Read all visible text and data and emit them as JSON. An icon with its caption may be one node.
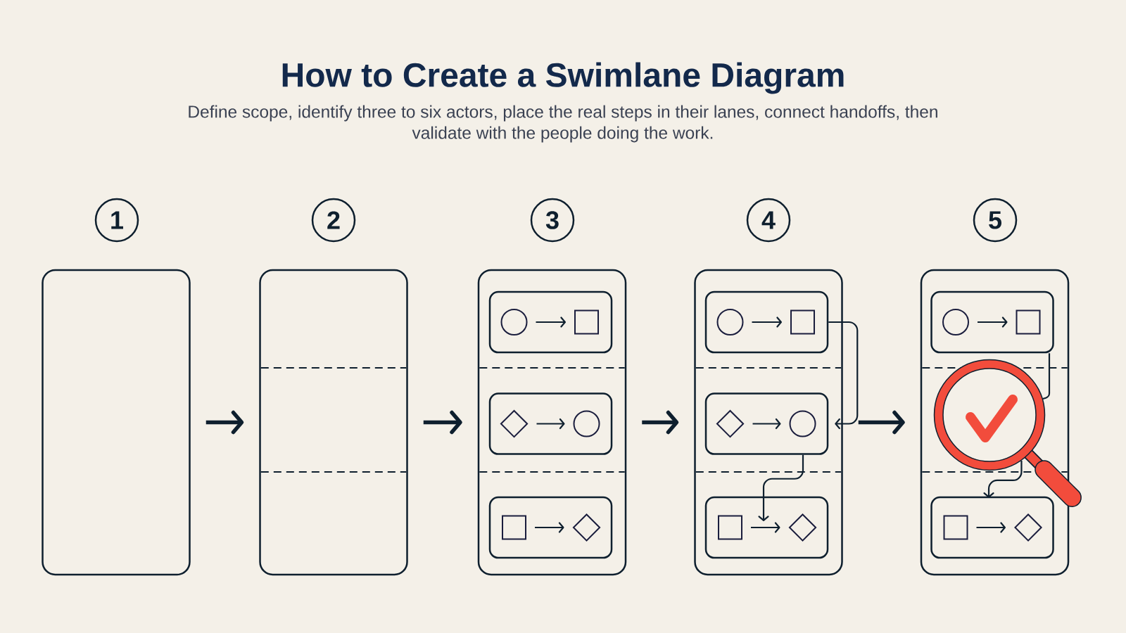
{
  "diagram": {
    "title": "How to Create a Swimlane Diagram",
    "caption": "Define scope, identify three to six actors, place the real steps in their lanes, connect handoffs, then validate with the people doing the work.",
    "nodes": [
      {
        "text": [
          "1"
        ]
      },
      {
        "text": [
          "2"
        ]
      },
      {
        "text": [
          "3"
        ]
      },
      {
        "text": [
          "4"
        ]
      },
      {
        "text": [
          "5"
        ]
      },
      {
        "text": [],
        "shape": "box"
      },
      {
        "text": [],
        "shape": "box"
      },
      {
        "text": [],
        "shape": "box"
      },
      {
        "text": [],
        "shape": "box",
        "in": 7
      },
      {
        "text": [],
        "shape": "box",
        "in": 7
      },
      {
        "text": [],
        "shape": "box",
        "in": 7
      },
      {
        "text": [],
        "shape": "circle",
        "in": 8
      },
      {
        "text": [],
        "shape": "box",
        "in": 8
      },
      {
        "text": [],
        "shape": "diamond",
        "in": 9
      },
      {
        "text": [],
        "shape": "circle",
        "in": 9
      },
      {
        "text": [],
        "shape": "box",
        "in": 10
      },
      {
        "text": [],
        "shape": "diamond",
        "in": 10
      },
      {
        "text": [],
        "shape": "box"
      },
      {
        "text": [],
        "shape": "box",
        "in": 17
      },
      {
        "text": [],
        "shape": "box",
        "in": 17
      },
      {
        "text": [],
        "shape": "box",
        "in": 17
      },
      {
        "text": [],
        "shape": "circle",
        "in": 18
      },
      {
        "text": [],
        "shape": "box",
        "in": 18
      },
      {
        "text": [],
        "shape": "diamond",
        "in": 19
      },
      {
        "text": [],
        "shape": "circle",
        "in": 19
      },
      {
        "text": [],
        "shape": "box",
        "in": 20
      },
      {
        "text": [],
        "shape": "diamond",
        "in": 20
      },
      {
        "text": [],
        "shape": "box"
      },
      {
        "text": [],
        "shape": "box",
        "in": 27
      },
      {
        "text": [],
        "shape": "circle",
        "in": 28
      },
      {
        "text": [],
        "shape": "box",
        "in": 28
      },
      {
        "text": [],
        "shape": "picture",
        "in": 27
      },
      {
        "text": [],
        "shape": "box",
        "in": 27
      },
      {
        "text": [],
        "shape": "box",
        "in": 32
      },
      {
        "text": [],
        "shape": "diamond",
        "in": 32
      }
    ],
    "edges": [
      {
        "from": 5,
        "to": 6,
        "arrow": "to",
        "style": "thick"
      },
      {
        "from": 6,
        "to": 7,
        "arrow": "to",
        "style": "thick"
      },
      {
        "from": 7,
        "to": 17,
        "arrow": "to",
        "style": "thick"
      },
      {
        "from": 17,
        "to": 27,
        "arrow": "to",
        "style": "thick"
      },
      {
        "from": 11,
        "to": 12,
        "arrow": "to"
      },
      {
        "from": 13,
        "to": 14,
        "arrow": "to"
      },
      {
        "from": 15,
        "to": 16,
        "arrow": "to"
      },
      {
        "from": 21,
        "to": 22,
        "arrow": "to"
      },
      {
        "from": 23,
        "to": 24,
        "arrow": "to"
      },
      {
        "from": 25,
        "to": 26,
        "arrow": "to"
      },
      {
        "from": 29,
        "to": 30,
        "arrow": "to"
      },
      {
        "from": 33,
        "to": 34,
        "arrow": "to"
      },
      {
        "from": 18,
        "to": 19,
        "arrow": "to"
      },
      {
        "from": 19,
        "to": 20,
        "arrow": "to"
      },
      {
        "from": 28,
        "to": 31,
        "arrow": "none"
      },
      {
        "from": 31,
        "to": 32,
        "arrow": "to"
      }
    ]
  }
}
